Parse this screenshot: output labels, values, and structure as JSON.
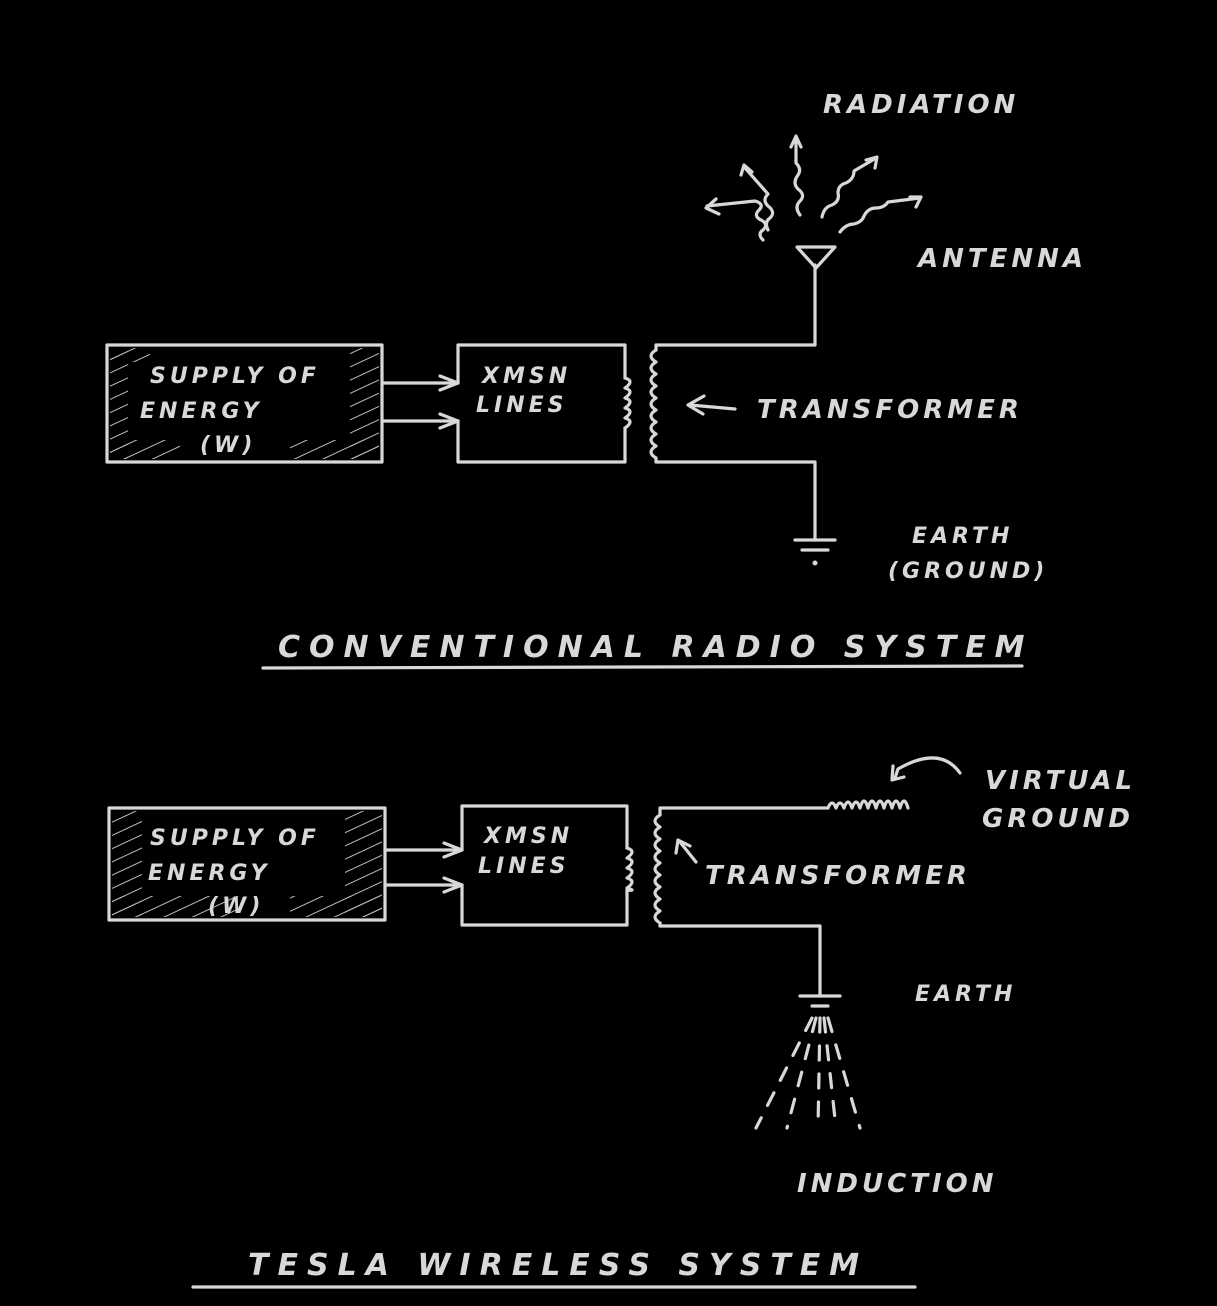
{
  "conventional": {
    "title": "CONVENTIONAL RADIO SYSTEM",
    "supply": {
      "line1": "SUPPLY OF",
      "line2": "ENERGY",
      "line3": "(W)"
    },
    "xmsn": {
      "line1": "XMSN",
      "line2": "LINES"
    },
    "transformer": "TRANSFORMER",
    "radiation": "RADIATION",
    "antenna": "ANTENNA",
    "earth": {
      "line1": "EARTH",
      "line2": "(GROUND)"
    }
  },
  "tesla": {
    "title": "TESLA WIRELESS SYSTEM",
    "supply": {
      "line1": "SUPPLY OF",
      "line2": "ENERGY",
      "line3": "(W)"
    },
    "xmsn": {
      "line1": "XMSN",
      "line2": "LINES"
    },
    "transformer": "TRANSFORMER",
    "virtual_ground": {
      "line1": "VIRTUAL",
      "line2": "GROUND"
    },
    "earth": "EARTH",
    "induction": "INDUCTION"
  }
}
